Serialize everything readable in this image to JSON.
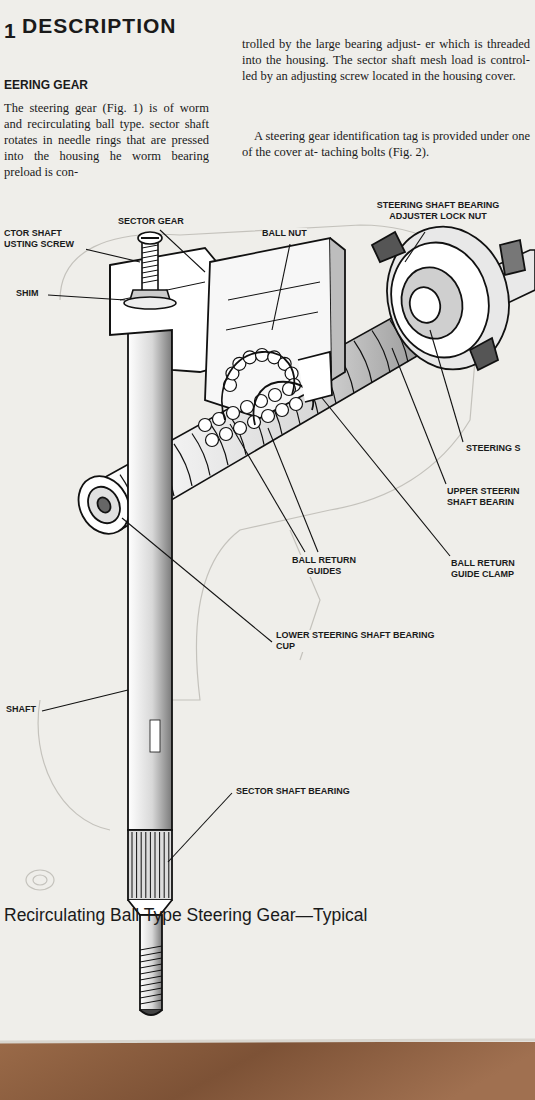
{
  "diagram": {
    "title": "DESCRIPTION",
    "caption": "Recirculating Ball Type Steering Gear—Typical",
    "labels": [
      "1",
      "EERING GEAR",
      "The steering gear (Fig. 1) is of worm and recirculating ball type. sector shaft rotates in needle rings that are pressed into the housing he worm bearing preload is con-",
      "trolled by the large bearing adjust- er which is threaded into the housing. The sector shaft mesh load is control- led by an adjusting screw located in the housing cover.",
      "A steering gear identification tag is provided under one of the cover at- taching bolts (Fig. 2).",
      "SECTOR GEAR",
      "CTOR SHAFT USTING SCREW",
      "SHIM",
      "BALL NUT",
      "STEERING SHAFT BEARING ADJUSTER LOCK NUT",
      "STEERING S",
      "UPPER STEERIN SHAFT BEARIN",
      "BALL RETURN GUIDES",
      "BALL RETURN GUIDE CLAMP",
      "LOWER STEERING SHAFT BEARING CUP",
      "SHAFT",
      "SECTOR SHAFT BEARING"
    ]
  }
}
